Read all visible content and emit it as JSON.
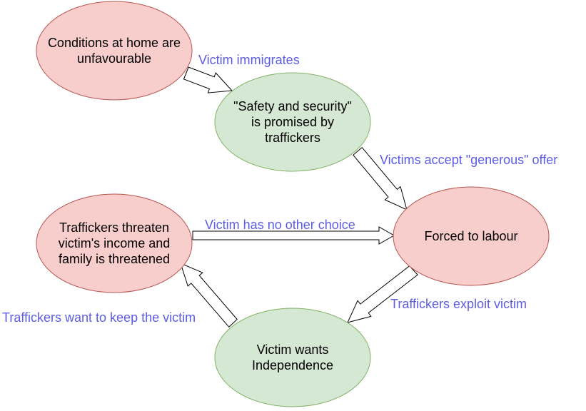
{
  "colors": {
    "red_fill": "#f8cecc",
    "red_stroke": "#b85450",
    "green_fill": "#d5e8d4",
    "green_stroke": "#82b366",
    "label": "#5c5ce6",
    "arrow_stroke": "#000000"
  },
  "nodes": {
    "home": {
      "lines": [
        "Conditions at home are",
        "unfavourable"
      ]
    },
    "promise": {
      "lines": [
        "\"Safety and security\"",
        "is promised by",
        "traffickers"
      ]
    },
    "labour": {
      "lines": [
        "Forced to labour"
      ]
    },
    "threaten": {
      "lines": [
        "Traffickers threaten",
        "victim's income and",
        "family is threatened"
      ]
    },
    "independence": {
      "lines": [
        "Victim wants",
        "Independence"
      ]
    }
  },
  "edges": {
    "immigrates": "Victim immigrates",
    "accept": "Victims accept \"generous\" offer",
    "no_choice": "Victim has no other choice",
    "exploit": "Traffickers exploit victim",
    "keep": "Traffickers want to keep the victim"
  }
}
